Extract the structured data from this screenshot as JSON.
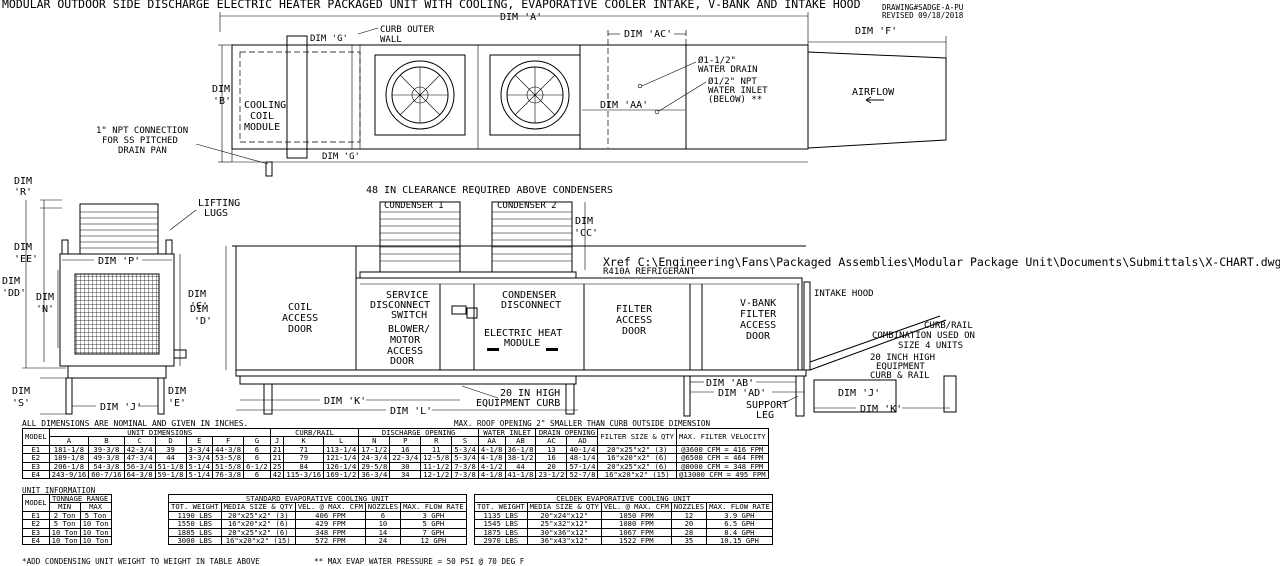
{
  "title": "MODULAR OUTDOOR SIDE DISCHARGE ELECTRIC HEATER PACKAGED UNIT WITH COOLING, EVAPORATIVE COOLER INTAKE, V-BANK AND INTAKE HOOD",
  "revision": {
    "file": "DRAWING#SADGE-A-PU",
    "rev": "REVISED 09/18/2018"
  },
  "xref": "Xref C:\\Engineering\\Fans\\Packaged Assemblies\\Modular Package Unit\\Documents\\Submittals\\X-CHART.dwg",
  "top_view": {
    "dim_a": "DIM 'A'",
    "dim_b_1": "DIM",
    "dim_b_2": "'B'",
    "dim_g": "DIM 'G'",
    "dim_g2": "DIM 'G'",
    "dim_ac": "DIM 'AC'",
    "dim_aa": "DIM 'AA'",
    "dim_f": "DIM 'F'",
    "curb_1": "CURB OUTER",
    "curb_2": "WALL",
    "cooling_1": "COOLING",
    "cooling_2": "COIL",
    "cooling_3": "MODULE",
    "npt_1": "1\" NPT CONNECTION",
    "npt_2": "FOR SS PITCHED",
    "npt_3": "DRAIN PAN",
    "drain_1": "Ø1-1/2\"",
    "drain_2": "WATER DRAIN",
    "inlet_1": "Ø1/2\" NPT",
    "inlet_2": "WATER INLET",
    "inlet_3": "(BELOW) **",
    "airflow": "AIRFLOW"
  },
  "end_view": {
    "dim_r_1": "DIM",
    "dim_r_2": "'R'",
    "dim_ee_1": "DIM",
    "dim_ee_2": "'EE'",
    "dim_dd_1": "DIM",
    "dim_dd_2": "'DD'",
    "dim_n_1": "DIM",
    "dim_n_2": "'N'",
    "dim_p": "DIM 'P'",
    "dim_c_1": "DIM",
    "dim_c_2": "'C'",
    "lifting_1": "LIFTING",
    "lifting_2": "LUGS",
    "dim_s_1": "DIM",
    "dim_s_2": "'S'",
    "dim_j": "DIM 'J'",
    "dim_e_1": "DIM",
    "dim_e_2": "'E'"
  },
  "side_view": {
    "clearance": "48 IN CLEARANCE REQUIRED ABOVE CONDENSERS",
    "condenser1": "CONDENSER 1",
    "condenser2": "CONDENSER 2",
    "dim_cc_1": "DIM",
    "dim_cc_2": "'CC'",
    "refrigerant": "R410A REFRIGERANT",
    "dim_d_1": "DIM",
    "dim_d_2": "'D'",
    "coil_1": "COIL",
    "coil_2": "ACCESS",
    "coil_3": "DOOR",
    "svc_1": "SERVICE",
    "svc_2": "DISCONNECT",
    "svc_3": "SWITCH",
    "cond_disc_1": "CONDENSER",
    "cond_disc_2": "DISCONNECT",
    "blower_1": "BLOWER/",
    "blower_2": "MOTOR",
    "blower_3": "ACCESS",
    "blower_4": "DOOR",
    "heat_1": "ELECTRIC HEAT",
    "heat_2": "MODULE",
    "filter_1": "FILTER",
    "filter_2": "ACCESS",
    "filter_3": "DOOR",
    "vbank_1": "V-BANK",
    "vbank_2": "FILTER",
    "vbank_3": "ACCESS",
    "vbank_4": "DOOR",
    "intake_hood": "INTAKE HOOD",
    "curbrail_1": "CURB/RAIL",
    "curbrail_2": "COMBINATION USED ON",
    "curbrail_3": "SIZE 4 UNITS",
    "hicurb_1": "20 INCH HIGH",
    "hicurb_2": "EQUIPMENT",
    "hicurb_3": "CURB & RAIL",
    "curb20_1": "20 IN HIGH",
    "curb20_2": "EQUIPMENT CURB",
    "dim_k": "DIM 'K'",
    "dim_l": "DIM 'L'",
    "dim_ab": "DIM 'AB'",
    "dim_ad": "DIM 'AD'",
    "support_1": "SUPPORT",
    "support_2": "LEG",
    "dim_j2": "DIM 'J'",
    "dim_k2": "DIM 'K'"
  },
  "notes": {
    "nominal": "ALL DIMENSIONS ARE NOMINAL AND GIVEN IN INCHES.",
    "roof": "MAX. ROOF OPENING 2\" SMALLER THAN CURB OUTSIDE DIMENSION",
    "unit_info": "UNIT INFORMATION",
    "weight": "*ADD CONDENSING UNIT WEIGHT TO WEIGHT IN TABLE ABOVE",
    "pressure": "** MAX EVAP WATER PRESSURE = 50 PSI @ 70 DEG F"
  },
  "dim_table": {
    "groups": [
      "MODEL",
      "UNIT DIMENSIONS",
      "CURB/RAIL",
      "DISCHARGE OPENING",
      "WATER INLET",
      "DRAIN OPENING",
      "FILTER SIZE & QTY",
      "MAX. FILTER VELOCITY"
    ],
    "cols": [
      "MODEL",
      "A",
      "B",
      "C",
      "D",
      "E",
      "F",
      "G",
      "J",
      "K",
      "L",
      "N",
      "P",
      "R",
      "S",
      "AA",
      "AB",
      "AC",
      "AD"
    ],
    "rows": [
      [
        "E1",
        "181-1/8",
        "39-3/8",
        "42-3/4",
        "39",
        "3-3/4",
        "44-3/8",
        "6",
        "21",
        "71",
        "113-1/4",
        "17-1/2",
        "16",
        "11",
        "5-3/4",
        "4-1/8",
        "36-1/8",
        "13",
        "40-1/4",
        "20\"x25\"x2\" (3)",
        "@3600 CFM = 416 FPM"
      ],
      [
        "E2",
        "189-1/8",
        "49-3/8",
        "47-3/4",
        "44",
        "3-3/4",
        "53-5/8",
        "6",
        "21",
        "79",
        "121-1/4",
        "24-3/4",
        "22-3/4",
        "12-5/8",
        "5-3/4",
        "4-1/8",
        "38-1/2",
        "16",
        "48-1/4",
        "16\"x20\"x2\" (6)",
        "@6500 CFM = 464 FPM"
      ],
      [
        "E3",
        "206-1/8",
        "54-3/8",
        "56-3/4",
        "51-1/8",
        "5-1/4",
        "51-5/8",
        "6-1/2",
        "25",
        "84",
        "126-1/4",
        "29-5/8",
        "30",
        "11-1/2",
        "7-3/8",
        "4-1/2",
        "44",
        "20",
        "57-1/4",
        "20\"x25\"x2\" (6)",
        "@8000 CFM = 348 FPM"
      ],
      [
        "E4",
        "243-9/16",
        "60-7/16",
        "64-3/8",
        "59-1/8",
        "5-1/4",
        "76-3/8",
        "6",
        "42",
        "115-3/16",
        "169-1/2",
        "36-3/4",
        "34",
        "12-1/2",
        "7-3/8",
        "4-1/8",
        "41-1/8",
        "23-1/2",
        "52-7/8",
        "16\"x20\"x2\" (15)",
        "@13000 CFM = 495 FPM"
      ]
    ]
  },
  "unit_table": {
    "headers": [
      "MODEL",
      "TONNAGE RANGE",
      "MIN",
      "MAX"
    ],
    "rows": [
      [
        "E1",
        "2 Ton",
        "5 Ton"
      ],
      [
        "E2",
        "5 Ton",
        "10 Ton"
      ],
      [
        "E3",
        "10 Ton",
        "10 Ton"
      ],
      [
        "E4",
        "10 Ton",
        "10 Ton"
      ]
    ]
  },
  "std_table": {
    "title": "STANDARD EVAPORATIVE COOLING UNIT",
    "cols": [
      "TOT. WEIGHT",
      "MEDIA SIZE & QTY",
      "VEL. @ MAX. CFM",
      "NOZZLES",
      "MAX. FLOW RATE"
    ],
    "rows": [
      [
        "1190 LBS",
        "20\"x25\"x2\" (3)",
        "406 FPM",
        "6",
        "3 GPH"
      ],
      [
        "1550 LBS",
        "16\"x20\"x2\" (6)",
        "429 FPM",
        "10",
        "5 GPH"
      ],
      [
        "1885 LBS",
        "20\"x25\"x2\" (6)",
        "348 FPM",
        "14",
        "7 GPH"
      ],
      [
        "3000 LBS",
        "16\"x20\"x2\" (15)",
        "572 FPM",
        "24",
        "12 GPH"
      ]
    ]
  },
  "celdek_table": {
    "title": "CELDEK EVAPORATIVE COOLING UNIT",
    "cols": [
      "TOT. WEIGHT",
      "MEDIA SIZE & QTY",
      "VEL. @ MAX. CFM",
      "NOZZLES",
      "MAX. FLOW RATE"
    ],
    "rows": [
      [
        "1135 LBS",
        "20\"x24\"x12\"",
        "1050 FPM",
        "12",
        "3.9 GPH"
      ],
      [
        "1545 LBS",
        "25\"x32\"x12\"",
        "1080 FPM",
        "20",
        "6.5 GPH"
      ],
      [
        "1875 LBS",
        "30\"x36\"x12\"",
        "1067 FPM",
        "28",
        "8.4 GPH"
      ],
      [
        "2970 LBS",
        "36\"x43\"x12\"",
        "1522 FPM",
        "35",
        "10.15 GPH"
      ]
    ]
  }
}
